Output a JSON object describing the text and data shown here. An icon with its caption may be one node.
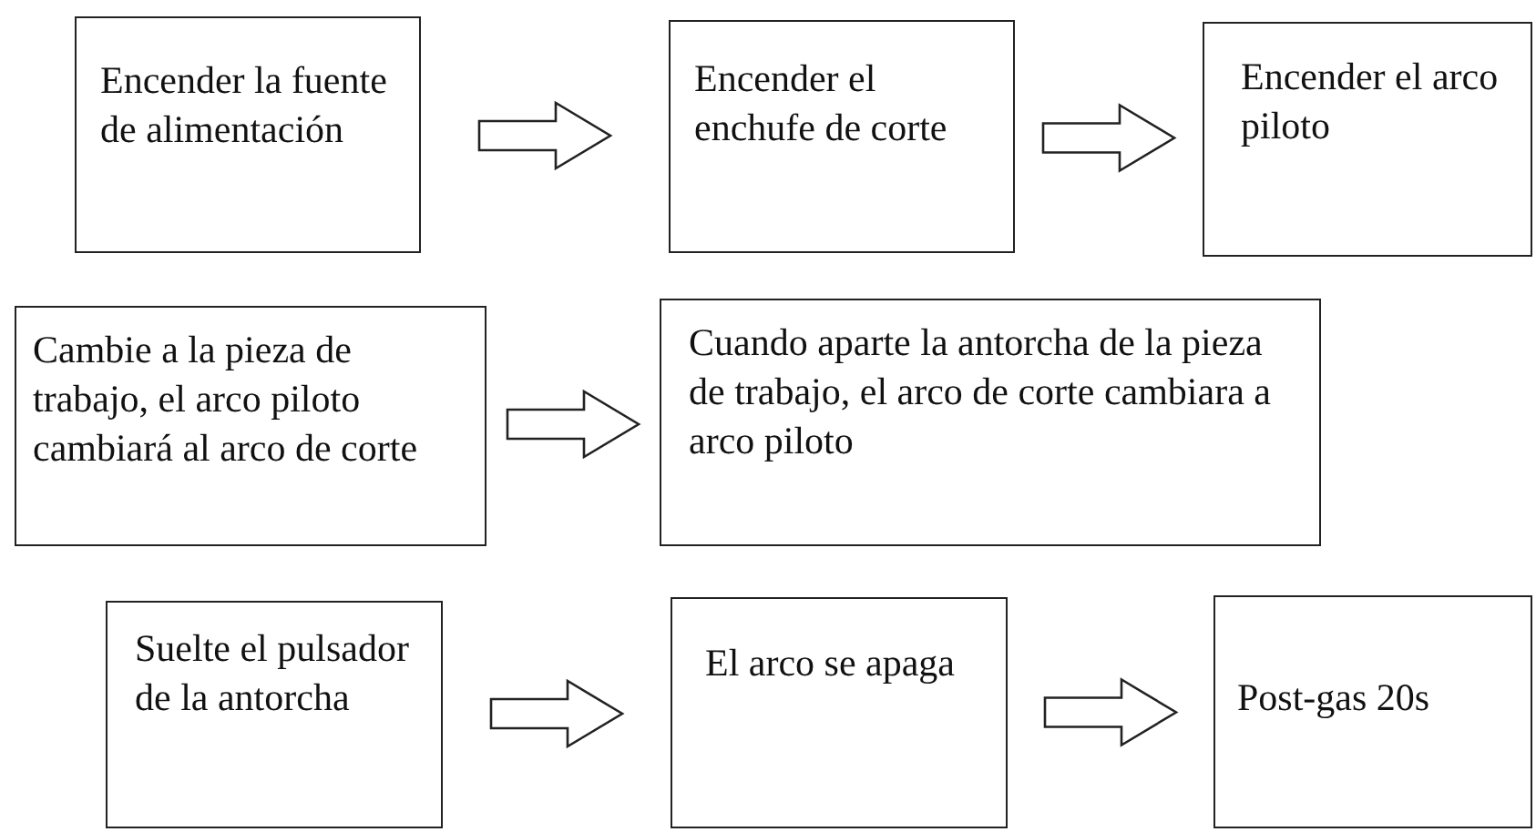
{
  "diagram": {
    "nodes": [
      {
        "text": [
          "Encender la fuente de alimentación"
        ]
      },
      {
        "text": [
          "Encender el enchufe de corte"
        ]
      },
      {
        "text": [
          "Encender el arco piloto"
        ]
      },
      {
        "text": [
          "Cambie a la pieza de trabajo, el arco piloto cambiará al arco de corte"
        ]
      },
      {
        "text": [
          "Cuando aparte la antorcha de la pieza de trabajo, el arco de corte cambiara a arco piloto"
        ]
      },
      {
        "text": [
          "Suelte el pulsador de la antorcha"
        ]
      },
      {
        "text": [
          "El arco se apaga"
        ]
      },
      {
        "text": [
          "Post-gas 20s"
        ]
      }
    ],
    "edges": [
      {
        "from": 0,
        "to": 1,
        "arrow": "to"
      },
      {
        "from": 1,
        "to": 2,
        "arrow": "to"
      },
      {
        "from": 3,
        "to": 4,
        "arrow": "to"
      },
      {
        "from": 5,
        "to": 6,
        "arrow": "to"
      },
      {
        "from": 6,
        "to": 7,
        "arrow": "to"
      }
    ]
  }
}
